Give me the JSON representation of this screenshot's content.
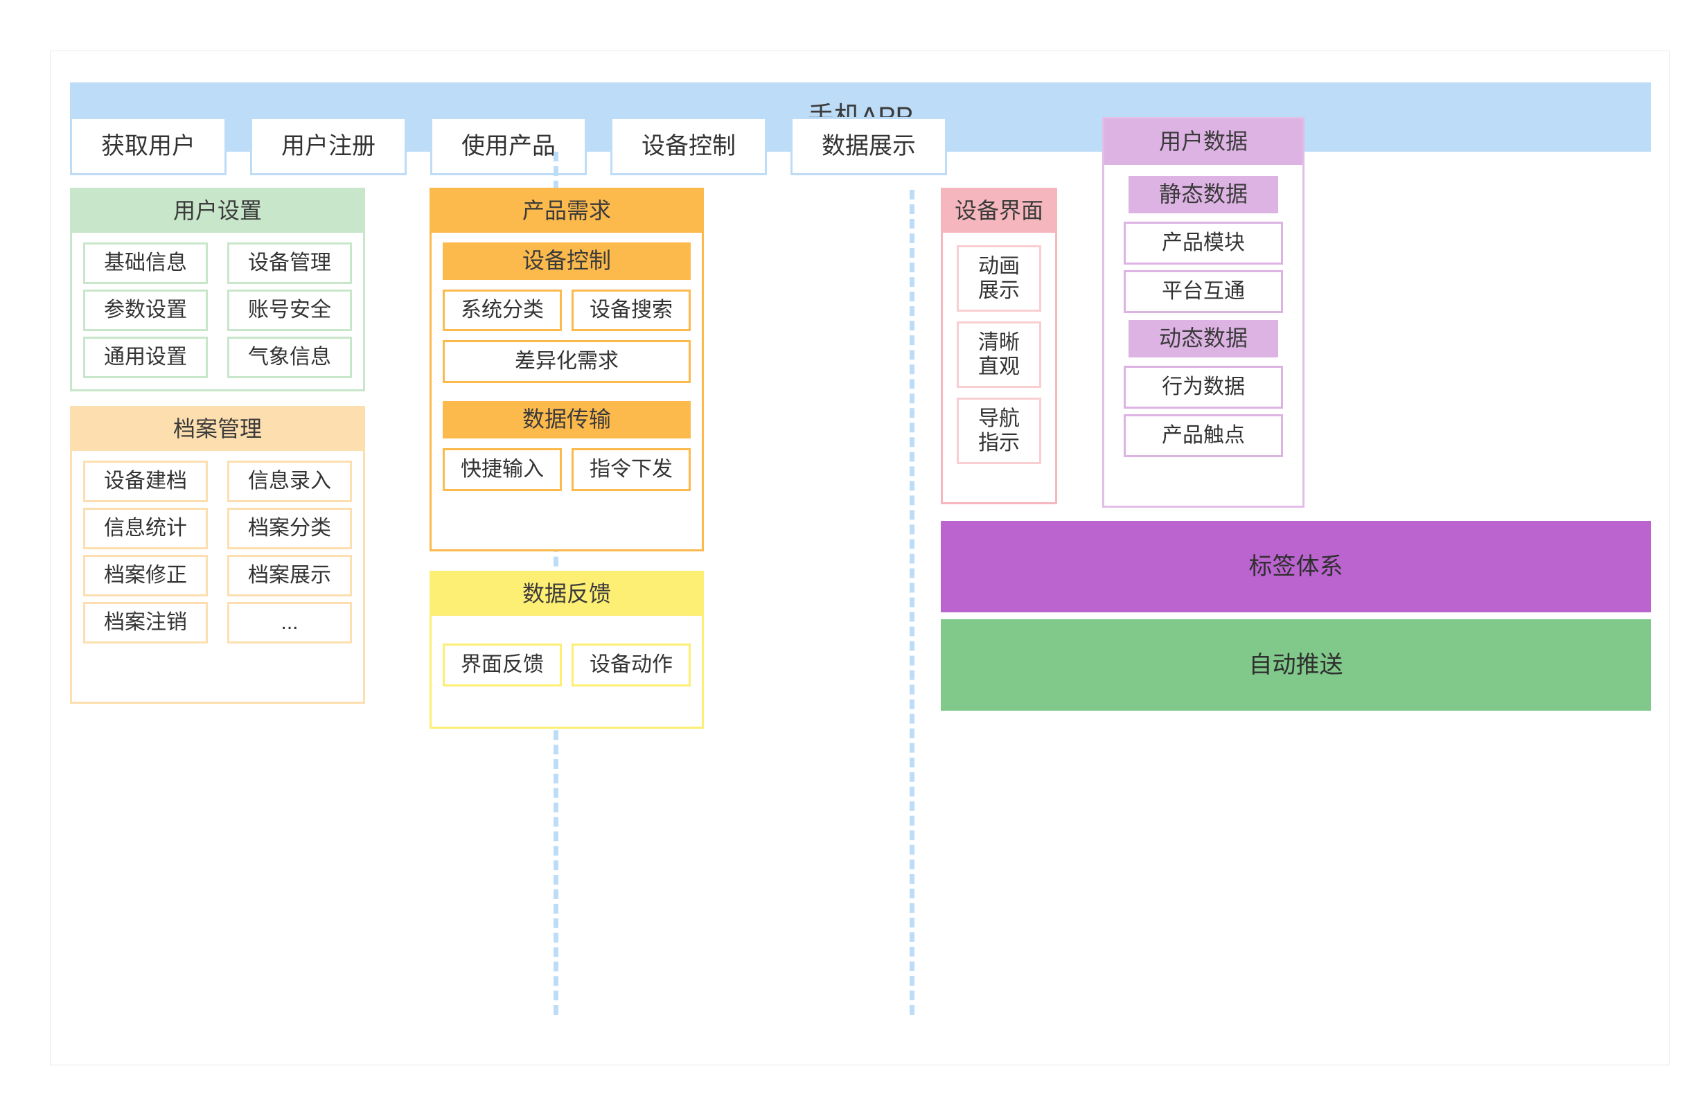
{
  "diagram": {
    "header": {
      "title": "手机APP"
    },
    "flow": {
      "steps": [
        {
          "label": "获取用户"
        },
        {
          "label": "用户注册"
        },
        {
          "label": "使用产品"
        },
        {
          "label": "设备控制"
        },
        {
          "label": "数据展示"
        }
      ]
    },
    "column_left": {
      "panels": [
        {
          "title": "用户设置",
          "items": [
            "基础信息",
            "设备管理",
            "参数设置",
            "账号安全",
            "通用设置",
            "气象信息"
          ]
        },
        {
          "title": "档案管理",
          "items": [
            "设备建档",
            "信息录入",
            "信息统计",
            "档案分类",
            "档案修正",
            "档案展示",
            "档案注销",
            "..."
          ]
        }
      ]
    },
    "column_center": {
      "panels": [
        {
          "title": "产品需求",
          "groups": [
            {
              "band": "设备控制",
              "items": [
                "系统分类",
                "设备搜索"
              ],
              "wide": "差异化需求"
            },
            {
              "band": "数据传输",
              "items": [
                "快捷输入",
                "指令下发"
              ]
            }
          ]
        },
        {
          "title": "数据反馈",
          "items": [
            "界面反馈",
            "设备动作"
          ]
        }
      ]
    },
    "column_device": {
      "panel": {
        "title": "设备界面",
        "items": [
          "动画\n展示",
          "清晰\n直观",
          "导航\n指示"
        ]
      }
    },
    "column_right": {
      "panel": {
        "title": "用户数据",
        "rows": [
          {
            "type": "band",
            "label": "静态数据"
          },
          {
            "type": "chip",
            "label": "产品模块"
          },
          {
            "type": "chip",
            "label": "平台互通"
          },
          {
            "type": "band",
            "label": "动态数据"
          },
          {
            "type": "chip",
            "label": "行为数据"
          },
          {
            "type": "chip",
            "label": "产品触点"
          }
        ]
      },
      "blocks": [
        {
          "label": "标签体系"
        },
        {
          "label": "自动推送"
        }
      ]
    },
    "colors": {
      "app_header": "#bcdcf8",
      "flow_border": "#bcdcf8",
      "green": "#c8e6c9",
      "orange_light": "#fddfaf",
      "orange": "#fcb94c",
      "yellow": "#fdee74",
      "pink": "#f5b7bd",
      "purple_light": "#ddb3e3",
      "purple_solid": "#bb63cf",
      "green_solid": "#80c98a"
    }
  }
}
